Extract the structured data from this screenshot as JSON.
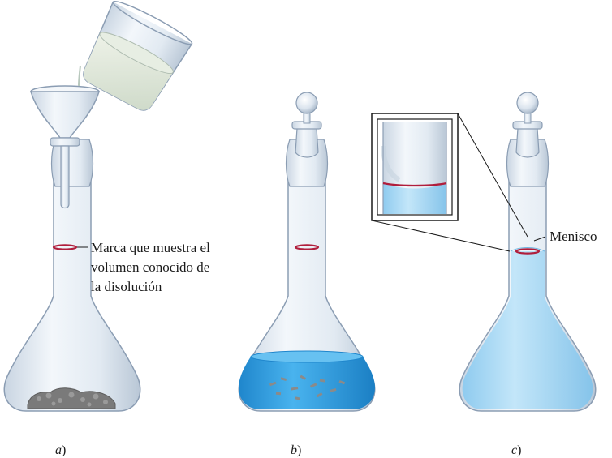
{
  "labels": {
    "mark_line1": "Marca que muestra el",
    "mark_line2": "volumen conocido de",
    "mark_line3": "la disolución",
    "meniscus": "Menisco"
  },
  "captions": [
    {
      "letter": "a",
      "paren": ")"
    },
    {
      "letter": "b",
      "paren": ")"
    },
    {
      "letter": "c",
      "paren": ")"
    }
  ],
  "colors": {
    "glass_stroke": "#8b9db3",
    "glass_fill": "#e6edf4",
    "solution_blue": "#2f9fe0",
    "solution_light": "#a9d8f3",
    "mark_red": "#b01e3c",
    "solid_gray": "#7a7a7a",
    "beaker_liquid": "#dfe8dc"
  },
  "icons": {
    "funnel": "funnel-icon",
    "beaker": "beaker-icon",
    "stopper": "stopper-icon"
  }
}
